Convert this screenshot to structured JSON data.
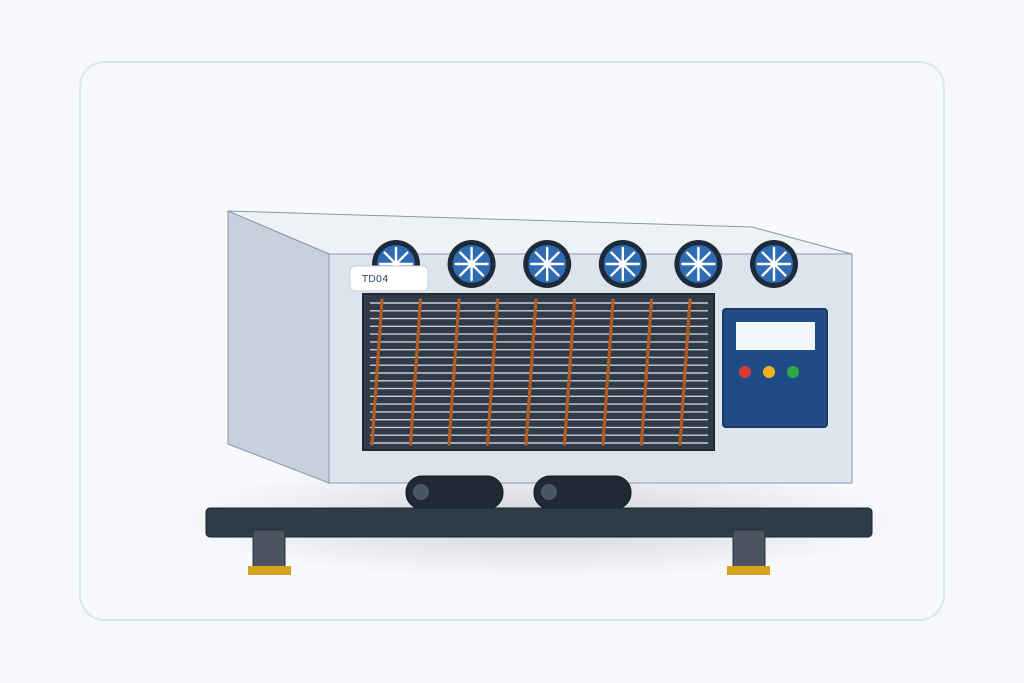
{
  "unit": {
    "label": "TD04",
    "fan_count": 6,
    "fin_rows": 19,
    "coil_tubes": 9
  },
  "control_panel": {
    "indicators": [
      "red",
      "yellow",
      "green"
    ]
  },
  "colors": {
    "panel": "#1f4c86",
    "fan_blade": "#ffffff",
    "fan_hub": "#2f6bb2",
    "coil": "#b45b22",
    "fin": "#c9ced6",
    "coil_bg": "#2f3b47",
    "base": "#2e3b48",
    "foot_pad": "#d3a21f",
    "led_red": "#d83b35",
    "led_yellow": "#f2b21c",
    "led_green": "#2fa84a"
  }
}
